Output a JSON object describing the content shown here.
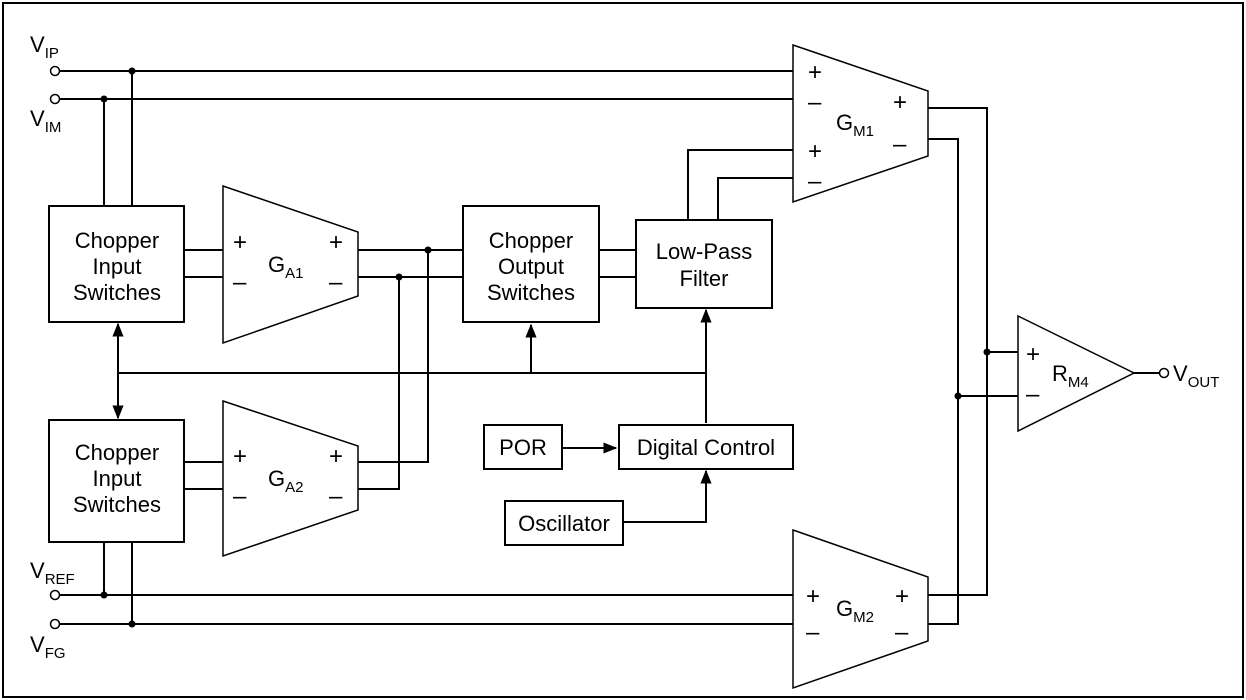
{
  "blocks": {
    "chopper_in_1": [
      "Chopper",
      "Input",
      "Switches"
    ],
    "chopper_in_2": [
      "Chopper",
      "Input",
      "Switches"
    ],
    "chopper_out": [
      "Chopper",
      "Output",
      "Switches"
    ],
    "lpf": [
      "Low-Pass",
      "Filter"
    ],
    "por": "POR",
    "digital_control": "Digital Control",
    "oscillator": "Oscillator"
  },
  "amplifiers": {
    "ga1": {
      "main": "G",
      "sub": "A1"
    },
    "ga2": {
      "main": "G",
      "sub": "A2"
    },
    "gm1": {
      "main": "G",
      "sub": "M1"
    },
    "gm2": {
      "main": "G",
      "sub": "M2"
    },
    "rm4": {
      "main": "R",
      "sub": "M4"
    }
  },
  "pins": {
    "vip": {
      "main": "V",
      "sub": "IP"
    },
    "vim": {
      "main": "V",
      "sub": "IM"
    },
    "vref": {
      "main": "V",
      "sub": "REF"
    },
    "vfg": {
      "main": "V",
      "sub": "FG"
    },
    "vout": {
      "main": "V",
      "sub": "OUT"
    }
  },
  "signs": {
    "plus": "+",
    "minus": "–"
  }
}
